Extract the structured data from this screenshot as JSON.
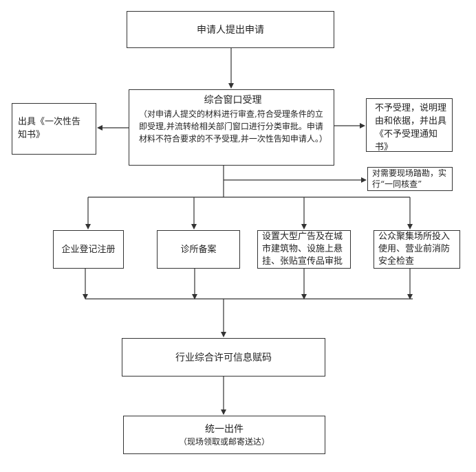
{
  "nodes": {
    "start": "申请人提出申请",
    "window_title": "综合窗口受理",
    "window_desc": "（对申请人提交的材料进行审查,符合受理条件的立即受理,并流转给相关部门窗口进行分类审批。申请材料不符合要求的不予受理,并一次性告知申请人。）",
    "left_notice": "出具《一次性告知书》",
    "right_reject": "不予受理，说明理由和依据，并出具《不予受理通知书》",
    "site_check": "对需要现场踏勘，实行“一同核查”",
    "branch_1": "企业登记注册",
    "branch_2": "诊所备案",
    "branch_3": "设置大型广告及在城市建筑物、设施上悬挂、张贴宣传品审批",
    "branch_4": "公众聚集场所投入使用、营业前消防安全检查",
    "assign_code": "行业综合许可信息赋码",
    "output_title": "统一出件",
    "output_sub": "（现场领取或邮寄送达）"
  }
}
